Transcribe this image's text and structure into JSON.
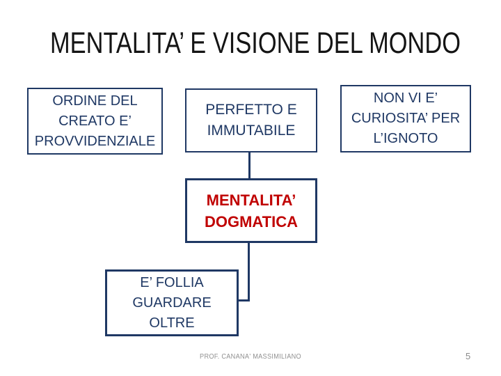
{
  "slide": {
    "title": "MENTALITA’ E VISIONE DEL MONDO",
    "footer": "PROF. CANANA' MASSIMILIANO",
    "page_number": "5"
  },
  "diagram": {
    "boxes": [
      {
        "id": "ordine-del-creato",
        "lines": [
          "ORDINE DEL",
          "CREATO E’",
          "PROVVIDENZIALE"
        ],
        "text_color": "#1f3864"
      },
      {
        "id": "perfetto-immutabile",
        "lines": [
          "PERFETTO E",
          "IMMUTABILE"
        ],
        "text_color": "#1f3864"
      },
      {
        "id": "non-vi-e-curiosita",
        "lines": [
          "NON VI E’",
          "CURIOSITA’ PER",
          "L’IGNOTO"
        ],
        "text_color": "#1f3864"
      },
      {
        "id": "mentalita-dogmatica",
        "lines": [
          "MENTALITA’",
          "DOGMATICA"
        ],
        "text_color": "#c00000"
      },
      {
        "id": "e-follia-guardare-oltre",
        "lines": [
          "E’ FOLLIA",
          "GUARDARE",
          "OLTRE"
        ],
        "text_color": "#1f3864"
      }
    ],
    "colors": {
      "border_navy": "#1f3864",
      "connector_navy": "#1f3864",
      "title_text": "#141414",
      "accent_red": "#c00000",
      "footer_gray": "#919191"
    }
  }
}
